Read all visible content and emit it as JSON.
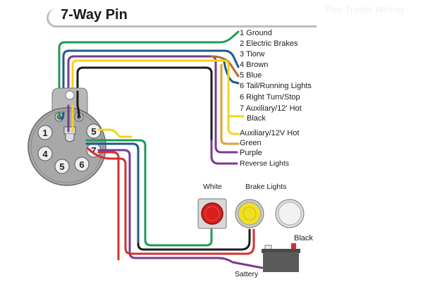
{
  "title": "7-Way Pin",
  "watermark": "Rev Trailer Wiring",
  "colors": {
    "green": "#1f9a55",
    "blue": "#1f5a8a",
    "purple": "#7b3a8f",
    "yellow": "#f2d41a",
    "orange": "#e0a030",
    "brown": "#b86a2a",
    "black": "#1a1a1a",
    "red": "#d43030",
    "connector_body": "#a8a8a8",
    "light_red": "#d81e1e",
    "light_yellow": "#efe022",
    "battery": "#5a5a5a"
  },
  "pin_labels": [
    "1 Ground",
    "2 Electric Brakes",
    "3 Tiorw",
    "4 Brown",
    "5 Blue",
    "6 Tail/Running Lights",
    "6  Right Turn/Stop",
    "7 Auxiliary/12' Hot",
    "Black",
    "Auxiliary/12V Hot",
    "Green",
    "Purple",
    "Reverse Lights"
  ],
  "connector_pins": [
    "1",
    "4",
    "5",
    "6",
    "5",
    "7"
  ],
  "lights": {
    "white_label": "White",
    "brake_label": "Brake Lights"
  },
  "battery": {
    "label": "Sattery",
    "terminal_label": "Black"
  }
}
